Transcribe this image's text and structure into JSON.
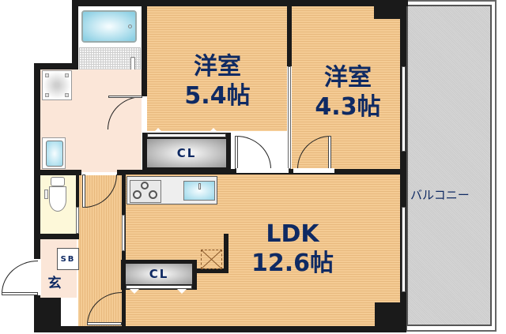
{
  "floorplan": {
    "rooms": [
      {
        "id": "western-room-1",
        "type": "洋室",
        "size": "5.4帖"
      },
      {
        "id": "western-room-2",
        "type": "洋室",
        "size": "4.3帖"
      },
      {
        "id": "ldk",
        "type": "LDK",
        "size": "12.6帖"
      }
    ],
    "closets": [
      {
        "id": "closet-1",
        "label": "CL"
      },
      {
        "id": "closet-2",
        "label": "CL"
      }
    ],
    "entrance": {
      "label": "玄"
    },
    "shoe_box": {
      "label": "SB"
    },
    "balcony": {
      "label": "バルコニー"
    },
    "fixtures": [
      "bathtub-icon",
      "washing-machine-icon",
      "washbasin-icon",
      "toilet-icon",
      "stove-icon",
      "kitchen-sink-icon"
    ],
    "colors": {
      "wall": "#1a1a1a",
      "wood_floor": "#f4cb94",
      "label_text": "#0f2a63",
      "washroom_floor": "#fbe6d8",
      "toilet_floor": "#fdf8d9",
      "balcony": "#d0d0d0"
    }
  }
}
